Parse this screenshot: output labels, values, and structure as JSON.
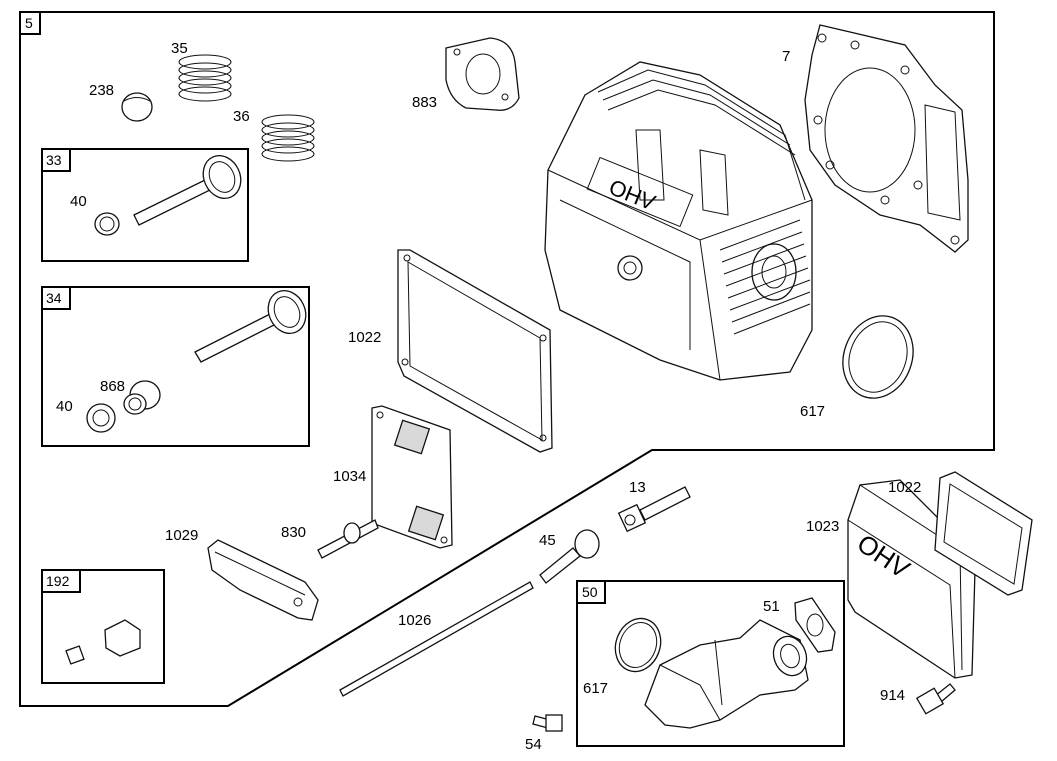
{
  "frames": {
    "main": "5",
    "intake_valve": "33",
    "exhaust_valve": "34",
    "breather_kit": "192",
    "intake_kit": "50"
  },
  "callouts": {
    "c238": "238",
    "c35": "35",
    "c36": "36",
    "c40a": "40",
    "c40b": "40",
    "c868": "868",
    "c883": "883",
    "c7": "7",
    "c1022a": "1022",
    "c617a": "617",
    "c1034": "1034",
    "c1029": "1029",
    "c830": "830",
    "c13": "13",
    "c45": "45",
    "c1026": "1026",
    "c1022b": "1022",
    "c1023": "1023",
    "c51": "51",
    "c617b": "617",
    "c914": "914",
    "c54": "54"
  },
  "emboss": {
    "head_logo": "OHV",
    "cover_logo": "OHV"
  }
}
